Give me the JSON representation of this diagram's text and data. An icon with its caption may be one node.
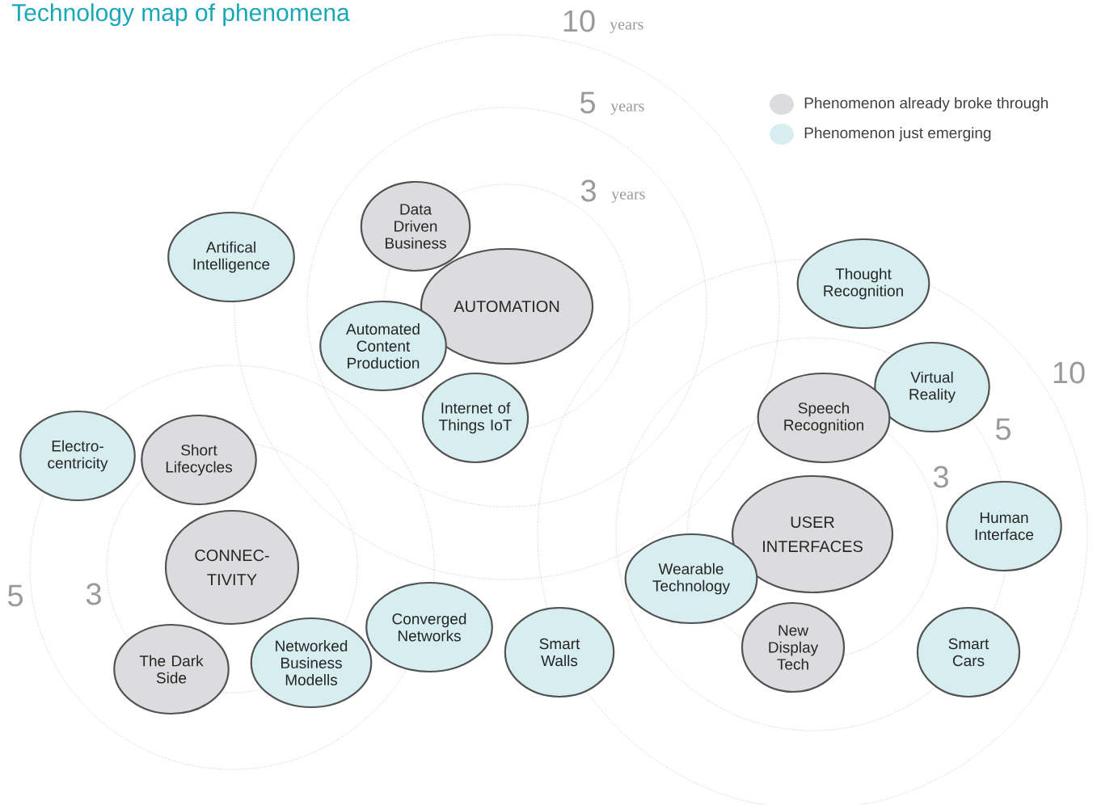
{
  "diagram": {
    "title": "Technology map of phenomena",
    "nodes": [
      {
        "text": [
          "Artifical Intelligence"
        ]
      },
      {
        "text": [
          "Data Driven Business"
        ]
      },
      {
        "text": [
          "AUTOMATION"
        ]
      },
      {
        "text": [
          "Thought Recognition"
        ]
      },
      {
        "text": [
          "Automated Content Production"
        ]
      },
      {
        "text": [
          "Virtual Reality"
        ]
      },
      {
        "text": [
          "Internet of Things IoT"
        ]
      },
      {
        "text": [
          "Speech Recognition"
        ]
      },
      {
        "text": [
          "Electro-centricity"
        ]
      },
      {
        "text": [
          "Short Lifecycles"
        ]
      },
      {
        "text": [
          "Human Interface"
        ]
      },
      {
        "text": [
          "CONNEC-TIVITY"
        ]
      },
      {
        "text": [
          "USER INTERFACES"
        ]
      },
      {
        "text": [
          "Wearable Technology"
        ]
      },
      {
        "text": [
          "Converged Networks"
        ]
      },
      {
        "text": [
          "Smart Walls"
        ]
      },
      {
        "text": [
          "Networked Business Modells"
        ]
      },
      {
        "text": [
          "The Dark Side"
        ]
      },
      {
        "text": [
          "New Display Tech"
        ]
      },
      {
        "text": [
          "Smart Cars"
        ]
      }
    ],
    "labels": [
      "10",
      "years",
      "5",
      "years",
      "3",
      "years",
      "10",
      "5",
      "3",
      "3",
      "5"
    ],
    "legend": [
      {
        "text": "Phenomenon already broke through",
        "color": "#dcdcdf"
      },
      {
        "text": "Phenomenon just emerging",
        "color": "#d6eef0"
      }
    ]
  }
}
